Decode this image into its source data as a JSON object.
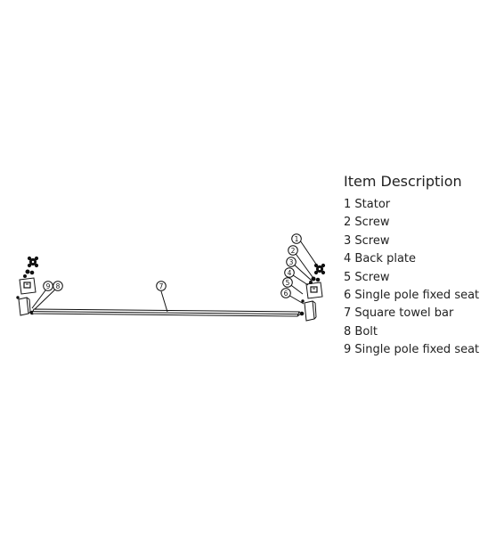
{
  "legend": {
    "title": "Item Description",
    "items": [
      "1 Stator",
      "2 Screw",
      "3 Screw",
      "4 Back plate",
      "5 Screw",
      "6 Single pole fixed seat",
      "7 Square towel bar",
      "8 Bolt",
      "9 Single pole fixed seat"
    ]
  },
  "callouts": [
    "1",
    "2",
    "3",
    "4",
    "5",
    "6",
    "7",
    "8",
    "9"
  ]
}
